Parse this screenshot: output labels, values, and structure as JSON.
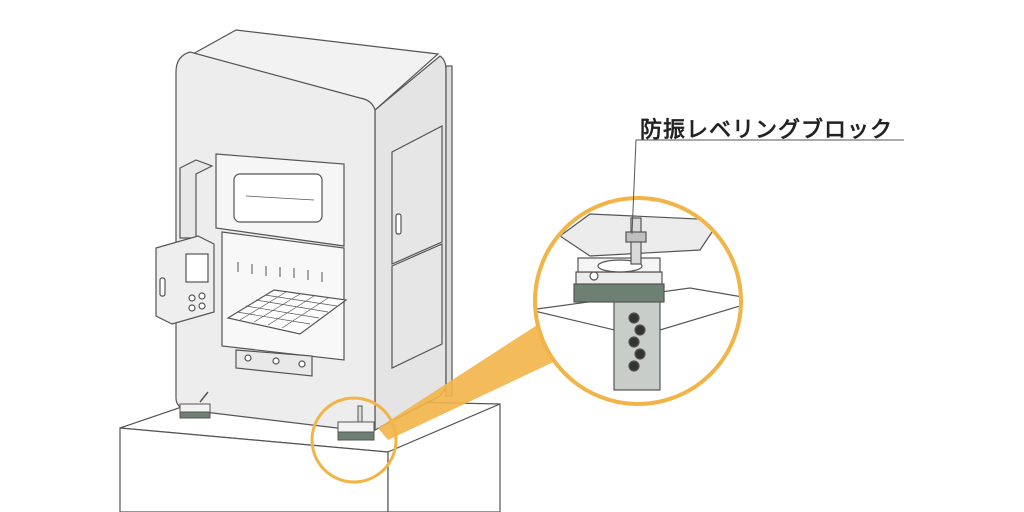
{
  "callout": {
    "label": "防振レベリングブロック"
  },
  "colors": {
    "body": "#ededed",
    "stroke": "#555555",
    "accent": "#f2b447",
    "pedestal": "#ffffff",
    "leveling_block": "#6e7f74",
    "text": "#222222"
  },
  "icons": {
    "zoom_circle": "magnifier-circle",
    "callout_line": "leader-line"
  }
}
